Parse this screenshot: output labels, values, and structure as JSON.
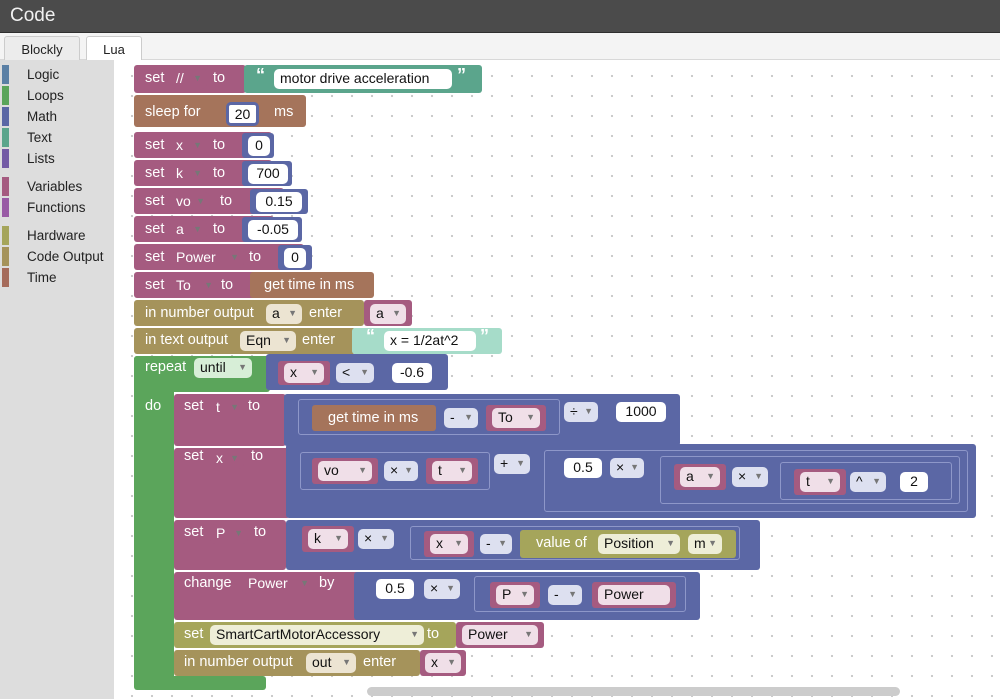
{
  "window": {
    "title": "Code"
  },
  "tabs": [
    "Blockly",
    "Lua"
  ],
  "toolbox": [
    {
      "label": "Logic",
      "color": "#5b80a5"
    },
    {
      "label": "Loops",
      "color": "#5ba55b"
    },
    {
      "label": "Math",
      "color": "#5b67a5"
    },
    {
      "label": "Text",
      "color": "#5ba58c"
    },
    {
      "label": "Lists",
      "color": "#745ba5"
    },
    {
      "label": "Variables",
      "color": "#a55b80"
    },
    {
      "label": "Functions",
      "color": "#995ba5"
    },
    {
      "label": "Hardware",
      "color": "#a5a55b"
    },
    {
      "label": "Code Output",
      "color": "#a5935b"
    },
    {
      "label": "Time",
      "color": "#a56b5b"
    }
  ],
  "colors": {
    "variables": "#a55b80",
    "math": "#5b67a5",
    "text": "#5ba58c",
    "loops": "#5ba55b",
    "time": "#a5745b",
    "hardware": "#a5a55b",
    "output": "#a5935b"
  },
  "blocks": {
    "set_kw": "set",
    "to_kw": "to",
    "b1_var": "//",
    "b1_text": "motor drive acceleration",
    "sleep_kw": "sleep for",
    "sleep_val": "20",
    "sleep_unit": "ms",
    "x_var": "x",
    "x_val": "0",
    "k_var": "k",
    "k_val": "700",
    "vo_var": "vo",
    "vo_val": "0.15",
    "a_var": "a",
    "a_val": "-0.05",
    "power_var": "Power",
    "power_val": "0",
    "to_var": "To",
    "get_time": "get time in ms",
    "num_out_kw": "in number output",
    "num_out_ch": "a",
    "enter_kw": "enter",
    "num_out_var": "a",
    "text_out_kw": "in text output",
    "text_out_ch": "Eqn",
    "text_out_val": "x = 1/2at^2",
    "repeat_kw": "repeat",
    "until_kw": "until",
    "do_kw": "do",
    "cond_var": "x",
    "cond_op": "<",
    "cond_val": "-0.6",
    "t_var": "t",
    "minus": "-",
    "div": "÷",
    "div_val": "1000",
    "times": "×",
    "plus": "+",
    "pow": "^",
    "half": "0.5",
    "two": "2",
    "P_var": "P",
    "value_of_kw": "value of",
    "position_ch": "Position",
    "position_unit": "m",
    "change_kw": "change",
    "by_kw": "by",
    "hw_var": "SmartCartMotorAccessory",
    "out_ch": "out"
  }
}
